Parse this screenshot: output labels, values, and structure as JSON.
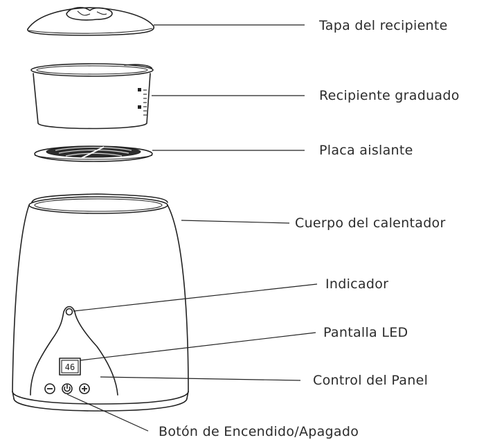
{
  "labels": {
    "lid": "Tapa del recipiente",
    "container": "Recipiente graduado",
    "plate": "Placa aislante",
    "body": "Cuerpo del calentador",
    "indicator": "Indicador",
    "led_screen": "Pantalla LED",
    "panel": "Control del Panel",
    "power_button": "Botón de Encendido/Apagado"
  },
  "led_value": "46",
  "icons": {
    "minus": "minus-button-icon",
    "power": "power-button-icon",
    "plus": "plus-button-icon"
  }
}
